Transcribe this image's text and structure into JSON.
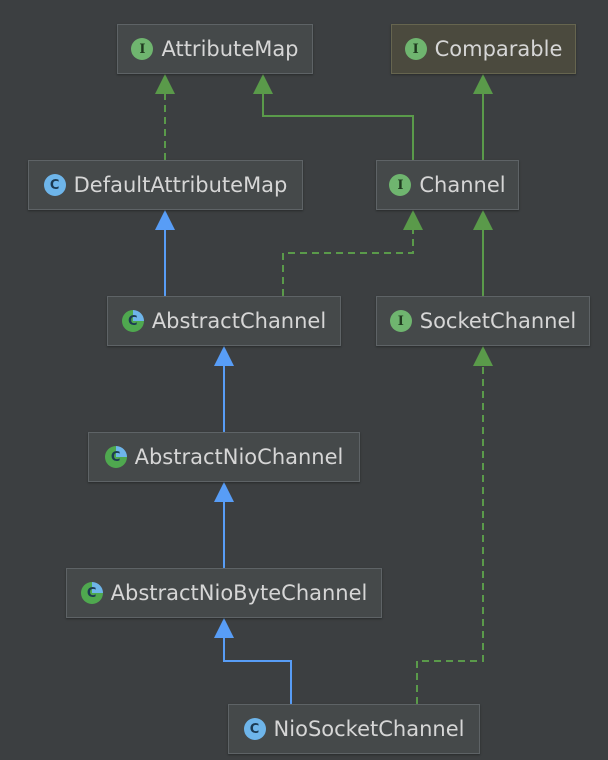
{
  "nodes": {
    "attribute_map": {
      "label": "AttributeMap",
      "kind": "interface",
      "badge": "I"
    },
    "comparable": {
      "label": "Comparable",
      "kind": "interface",
      "badge": "I"
    },
    "default_attribute_map": {
      "label": "DefaultAttributeMap",
      "kind": "class",
      "badge": "C"
    },
    "channel": {
      "label": "Channel",
      "kind": "interface",
      "badge": "I"
    },
    "abstract_channel": {
      "label": "AbstractChannel",
      "kind": "abstract-class",
      "badge": "C"
    },
    "socket_channel": {
      "label": "SocketChannel",
      "kind": "interface",
      "badge": "I"
    },
    "abstract_nio_channel": {
      "label": "AbstractNioChannel",
      "kind": "abstract-class",
      "badge": "C"
    },
    "abstract_nio_byte_channel": {
      "label": "AbstractNioByteChannel",
      "kind": "abstract-class",
      "badge": "C"
    },
    "nio_socket_channel": {
      "label": "NioSocketChannel",
      "kind": "class",
      "badge": "C"
    }
  },
  "relations": [
    {
      "from": "DefaultAttributeMap",
      "to": "AttributeMap",
      "type": "implements"
    },
    {
      "from": "Channel",
      "to": "AttributeMap",
      "type": "extends"
    },
    {
      "from": "Channel",
      "to": "Comparable",
      "type": "extends"
    },
    {
      "from": "AbstractChannel",
      "to": "DefaultAttributeMap",
      "type": "extends"
    },
    {
      "from": "AbstractChannel",
      "to": "Channel",
      "type": "implements"
    },
    {
      "from": "SocketChannel",
      "to": "Channel",
      "type": "extends"
    },
    {
      "from": "AbstractNioChannel",
      "to": "AbstractChannel",
      "type": "extends"
    },
    {
      "from": "AbstractNioByteChannel",
      "to": "AbstractNioChannel",
      "type": "extends"
    },
    {
      "from": "NioSocketChannel",
      "to": "AbstractNioByteChannel",
      "type": "extends"
    },
    {
      "from": "NioSocketChannel",
      "to": "SocketChannel",
      "type": "implements"
    }
  ],
  "colors": {
    "background": "#3c3f41",
    "class_extends_edge": "#589df6",
    "interface_edge": "#5a9a4a",
    "node_text": "#d6d6d6"
  }
}
